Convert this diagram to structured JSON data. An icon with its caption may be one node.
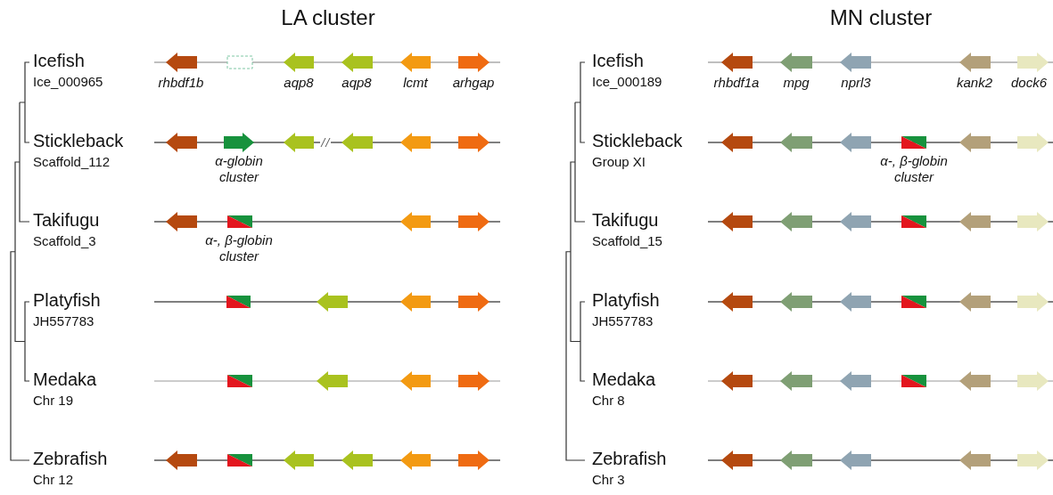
{
  "diagram": {
    "labels": [
      "LA cluster",
      "MN cluster",
      "Icefish",
      "Ice_000965",
      "rhbdf1b",
      "aqp8",
      "aqp8",
      "lcmt",
      "arhgap",
      "Stickleback",
      "Scaffold_112",
      "α-globin cluster",
      "Takifugu",
      "Scaffold_3",
      "α-, β-globin cluster",
      "Platyfish",
      "JH557783",
      "Medaka",
      "Chr 19",
      "Zebrafish",
      "Chr 12",
      "Icefish",
      "Ice_000189",
      "rhbdf1a",
      "mpg",
      "nprl3",
      "kank2",
      "dock6",
      "Stickleback",
      "Group XI",
      "α-, β-globin cluster",
      "Takifugu",
      "Scaffold_15",
      "Platyfish",
      "JH557783",
      "Medaka",
      "Chr 8",
      "Zebrafish",
      "Chr 3"
    ]
  }
}
